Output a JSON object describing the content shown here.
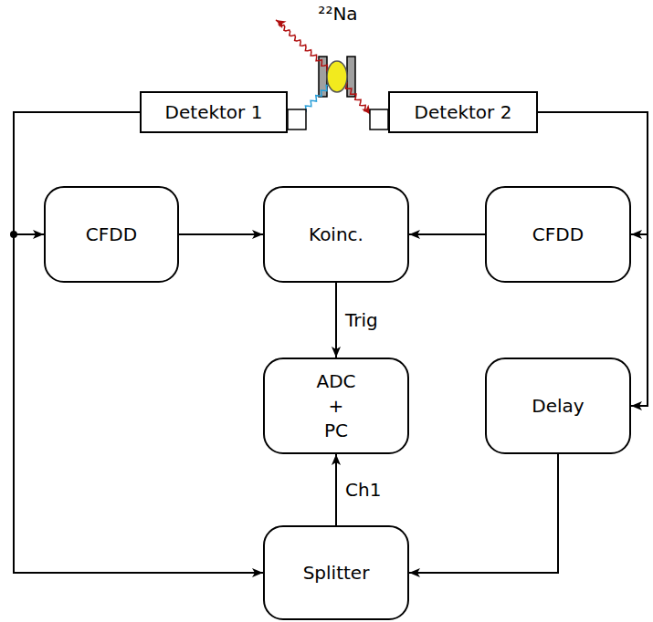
{
  "diagram": {
    "nodes": [
      {
        "text": [
          "Detektor 1"
        ]
      },
      {
        "text": [
          "Detektor 2"
        ]
      },
      {
        "text": [
          "CFDD"
        ]
      },
      {
        "text": [
          "Koinc."
        ]
      },
      {
        "text": [
          "CFDD"
        ]
      },
      {
        "text": [
          "ADC + PC"
        ]
      },
      {
        "text": [
          "Delay"
        ]
      },
      {
        "text": [
          "Splitter"
        ]
      }
    ],
    "edges": [
      {
        "from": 0,
        "to": 2,
        "arrow": "to"
      },
      {
        "from": 0,
        "to": 7,
        "arrow": "to"
      },
      {
        "from": 1,
        "to": 4,
        "arrow": "to"
      },
      {
        "from": 1,
        "to": 6,
        "arrow": "to"
      },
      {
        "from": 2,
        "to": 3,
        "arrow": "to"
      },
      {
        "from": 4,
        "to": 3,
        "arrow": "to"
      },
      {
        "from": 3,
        "to": 5,
        "label": "Trig",
        "arrow": "to"
      },
      {
        "from": 6,
        "to": 7,
        "arrow": "to"
      },
      {
        "from": 7,
        "to": 5,
        "label": "Ch1",
        "arrow": "to"
      }
    ],
    "labels": [
      "²²Na"
    ]
  }
}
